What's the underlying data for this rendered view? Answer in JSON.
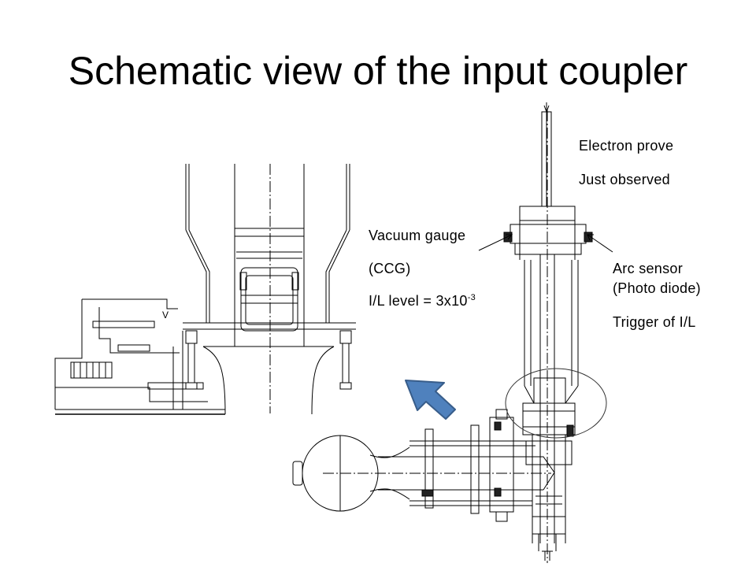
{
  "slide": {
    "title": "Schematic view of the input coupler"
  },
  "annotations": {
    "electron_probe": "Electron prove",
    "just_observed": "Just observed",
    "vacuum_gauge": "Vacuum gauge",
    "ccg": "(CCG)",
    "il_level_prefix": "I/L level = 3x10",
    "il_level_exp": "-3",
    "arc_sensor": "Arc sensor",
    "photo_diode": "(Photo diode)",
    "trigger": "Trigger of  I/L",
    "detail_mark": "V"
  },
  "colors": {
    "arrow_fill": "#4f81bd",
    "arrow_stroke": "#385d8a",
    "line": "#000000"
  }
}
